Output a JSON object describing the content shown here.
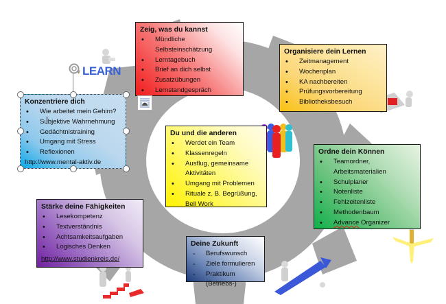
{
  "diagram": {
    "center_label": "",
    "decor": {
      "learn_text": "LEARN"
    },
    "boxes": {
      "show": {
        "title": "Zeig, was du kannst",
        "items": [
          "Mündliche Selbsteinschätzung",
          "Lerntagebuch",
          "Brief an dich selbst",
          "Zusatzübungen",
          "Lernstandgespräch"
        ],
        "color": "#f21c1c"
      },
      "organize": {
        "title": "Organisiere dein Lernen",
        "items": [
          "Zeitmanagement",
          "Wochenplan",
          "KA nachbereiten",
          "Prüfungsvorbereitung",
          "Bibliotheksbesuch"
        ],
        "color": "#f9c112"
      },
      "concentrate": {
        "title": "Konzentriere dich",
        "items": [
          "Wie arbeitet mein Gehirn?",
          "Subjektive Wahrnehmung",
          "Gedächtnistraining",
          "Umgang mit Stress",
          "Reflexionen"
        ],
        "link": "http://www.mental-aktiv.de",
        "color": "#0aa8e8",
        "selected": true
      },
      "others": {
        "title": "Du und die anderen",
        "items": [
          "Werdet ein Team",
          "Klassenregeln",
          "Ausflug, gemeinsame Aktivitäten",
          "Umgang mit Problemen",
          "Rituale z. B. Begrüßung, Bell Work"
        ],
        "color": "#fff200"
      },
      "order": {
        "title": "Ordne dein Können",
        "items": [
          "Teamordner, Arbeitsmaterialien",
          "Schulplaner",
          "Notenliste",
          "Fehlzeitenliste",
          "Methodenbaum"
        ],
        "last_item_a": "Advance",
        "last_item_b": " Organizer",
        "color": "#0fb04a"
      },
      "strengthen": {
        "title": "Stärke deine Fähigkeiten",
        "items": [
          "Lesekompetenz",
          "Textverständnis",
          "Achtsamkeitsaufgaben",
          "Logisches Denken"
        ],
        "link": "http://www.studienkreis.de/",
        "color": "#7020a0"
      },
      "future": {
        "title": "Deine Zukunft",
        "items": [
          "Berufswunsch",
          "Ziele formulieren",
          "Praktikum (Betriebs-)"
        ],
        "color": "#1e3c7a"
      }
    }
  }
}
